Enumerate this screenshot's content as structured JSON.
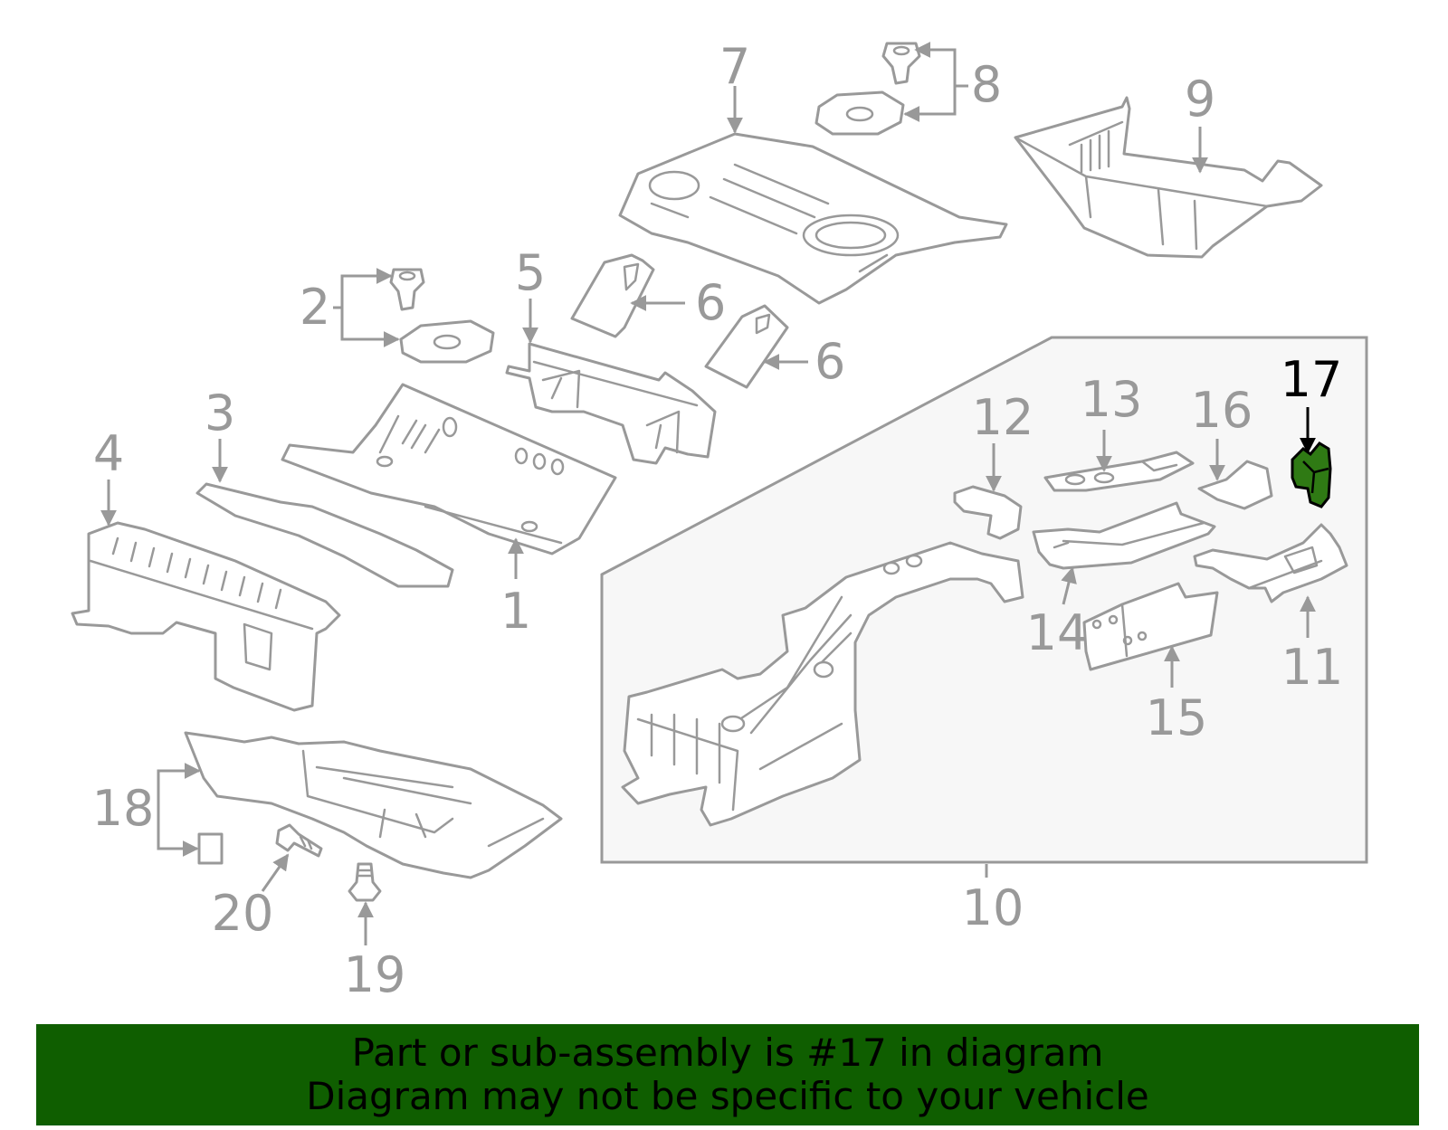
{
  "diagram": {
    "highlighted_part": "17",
    "highlight_color": "#2f7a14",
    "callouts": {
      "c1": "1",
      "c2": "2",
      "c3": "3",
      "c4": "4",
      "c5": "5",
      "c6a": "6",
      "c6b": "6",
      "c7": "7",
      "c8": "8",
      "c9": "9",
      "c10": "10",
      "c11": "11",
      "c12": "12",
      "c13": "13",
      "c14": "14",
      "c15": "15",
      "c16": "16",
      "c17": "17",
      "c18": "18",
      "c19": "19",
      "c20": "20"
    }
  },
  "banner": {
    "line1": "Part or sub-assembly is #17 in diagram",
    "line2": "Diagram may not be specific to your vehicle",
    "background": "#0f5e00"
  }
}
